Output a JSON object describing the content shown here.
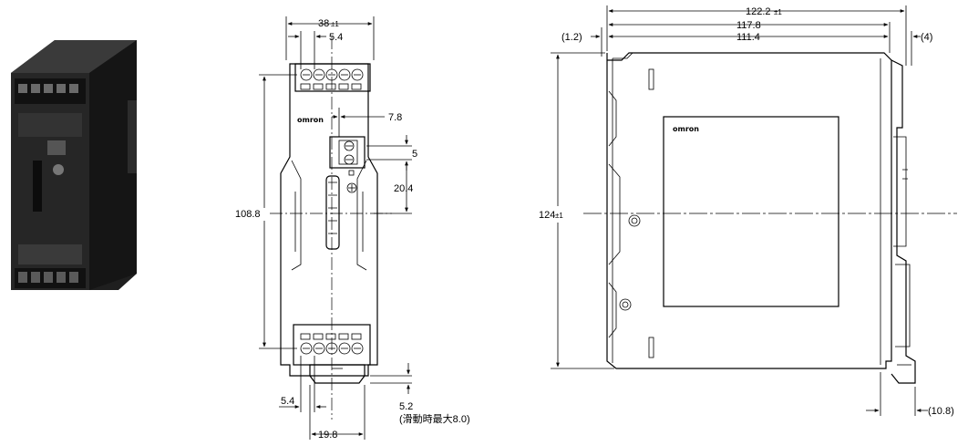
{
  "front_view": {
    "width": "38",
    "width_tol": "±1",
    "pitch_top": "5.4",
    "height": "108.8",
    "connector_offset": "7.8",
    "connector_pitch": "5",
    "connector_to_center": "20.4",
    "pitch_bottom": "5.4",
    "rail_width": "19.8",
    "slide_depth": "5.2",
    "slide_note": "(滑動時最大8.0)",
    "logo": "omron"
  },
  "side_view": {
    "total_depth": "122.2",
    "total_depth_tol": "±1",
    "body_depth": "117.8",
    "housing_depth": "111.4",
    "front_offset": "(1.2)",
    "rear_offset": "(4)",
    "height": "124",
    "height_tol": "±1",
    "bottom_offset": "(10.8)",
    "logo": "omron"
  }
}
